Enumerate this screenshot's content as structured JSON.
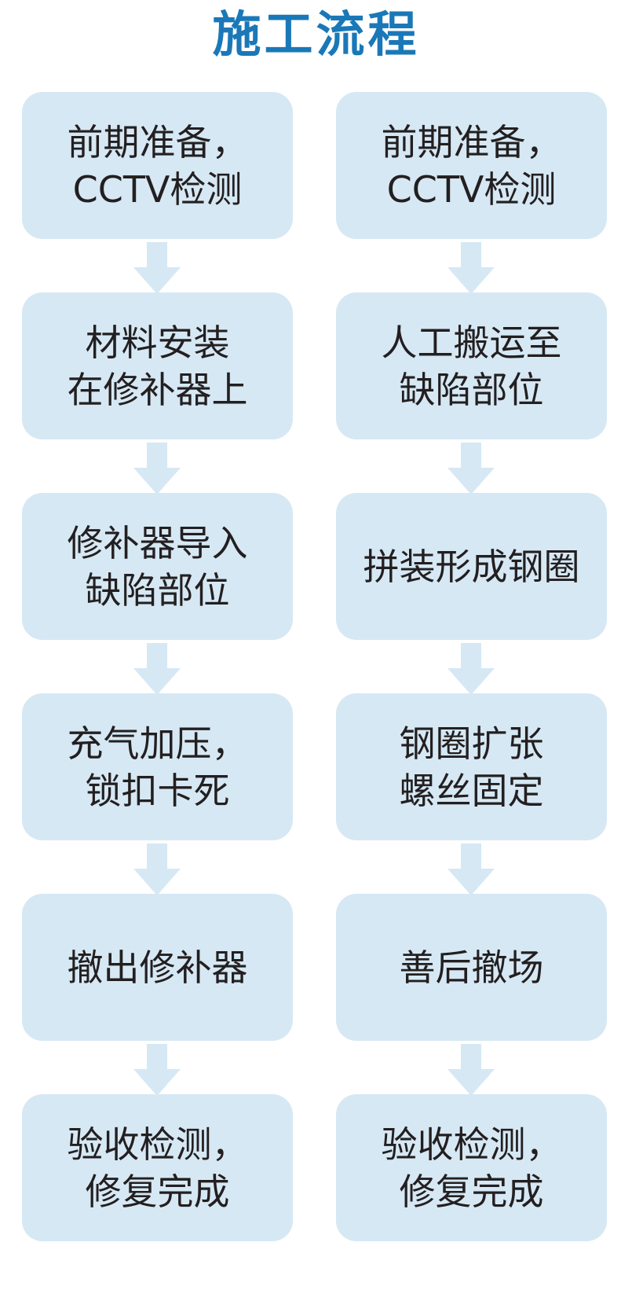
{
  "title": "施工流程",
  "colors": {
    "title": "#1a78b8",
    "box": "#d6e8f4",
    "arrow": "#d6e8f4",
    "text": "#231f20"
  },
  "left_column": {
    "steps": [
      {
        "label": "前期准备，\nCCTV检测"
      },
      {
        "label": "材料安装\n在修补器上"
      },
      {
        "label": "修补器导入\n缺陷部位"
      },
      {
        "label": "充气加压，\n锁扣卡死"
      },
      {
        "label": "撤出修补器"
      },
      {
        "label": "验收检测，\n修复完成"
      }
    ]
  },
  "right_column": {
    "steps": [
      {
        "label": "前期准备，\nCCTV检测"
      },
      {
        "label": "人工搬运至\n缺陷部位"
      },
      {
        "label": "拼装形成钢圈"
      },
      {
        "label": "钢圈扩张\n螺丝固定"
      },
      {
        "label": "善后撤场"
      },
      {
        "label": "验收检测，\n修复完成"
      }
    ]
  }
}
